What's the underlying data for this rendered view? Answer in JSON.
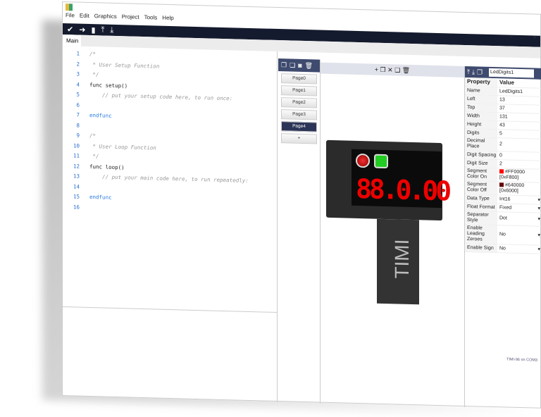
{
  "menu": [
    "File",
    "Edit",
    "Graphics",
    "Project",
    "Tools",
    "Help"
  ],
  "toolbar_icons": [
    "check-icon",
    "arrow-right-icon",
    "new-file-icon",
    "upload-icon",
    "download-icon"
  ],
  "window_controls": [
    "–",
    "□",
    "×"
  ],
  "editor": {
    "tab": "Main",
    "lines": [
      {
        "n": "1",
        "t": "/*",
        "c": "cm"
      },
      {
        "n": "2",
        "t": " * User Setup Function",
        "c": "cm"
      },
      {
        "n": "3",
        "t": " */",
        "c": "cm"
      },
      {
        "n": "4",
        "t": "func setup()",
        "c": "fn"
      },
      {
        "n": "5",
        "t": "    // put your setup code here, to run once:",
        "c": "cm"
      },
      {
        "n": "6",
        "t": "",
        "c": ""
      },
      {
        "n": "7",
        "t": "endfunc",
        "c": "kw"
      },
      {
        "n": "8",
        "t": "",
        "c": ""
      },
      {
        "n": "9",
        "t": "/*",
        "c": "cm"
      },
      {
        "n": "10",
        "t": " * User Loop Function",
        "c": "cm"
      },
      {
        "n": "11",
        "t": " */",
        "c": "cm"
      },
      {
        "n": "12",
        "t": "func loop()",
        "c": "fn"
      },
      {
        "n": "13",
        "t": "    // put your main code here, to run repeatedly:",
        "c": "cm"
      },
      {
        "n": "14",
        "t": "",
        "c": ""
      },
      {
        "n": "15",
        "t": "endfunc",
        "c": "kw"
      },
      {
        "n": "16",
        "t": "",
        "c": ""
      }
    ]
  },
  "pages": {
    "items": [
      "Page0",
      "Page1",
      "Page2",
      "Page3",
      "Page4"
    ],
    "selected": "Page4",
    "add": "+"
  },
  "device": {
    "display": "88.0.00",
    "label": "TIMI"
  },
  "properties": {
    "selected_widget": "LedDigits1",
    "header": [
      "Property",
      "Value"
    ],
    "rows": [
      [
        "Name",
        "LedDigits1"
      ],
      [
        "Left",
        "13"
      ],
      [
        "Top",
        "37"
      ],
      [
        "Width",
        "131"
      ],
      [
        "Height",
        "43"
      ],
      [
        "Digits",
        "5"
      ],
      [
        "Decimal Place",
        "2"
      ],
      [
        "Digit Spacing",
        "0"
      ],
      [
        "Digit Size",
        "2"
      ],
      [
        "Segment Color On",
        "#FF0000 [0xF800]"
      ],
      [
        "Segment Color Off",
        "#640000 [0x6000]"
      ],
      [
        "Data Type",
        "Int16"
      ],
      [
        "Float Format",
        "Fixed"
      ],
      [
        "Separator Style",
        "Dot"
      ],
      [
        "Enable Leading Zeroes",
        "No"
      ],
      [
        "Enable Sign",
        "No"
      ]
    ]
  },
  "colors": {
    "seg_on": "#FF0000",
    "seg_off": "#640000",
    "accent": "#151b2e"
  },
  "status": "TIMI-96 on COM3"
}
